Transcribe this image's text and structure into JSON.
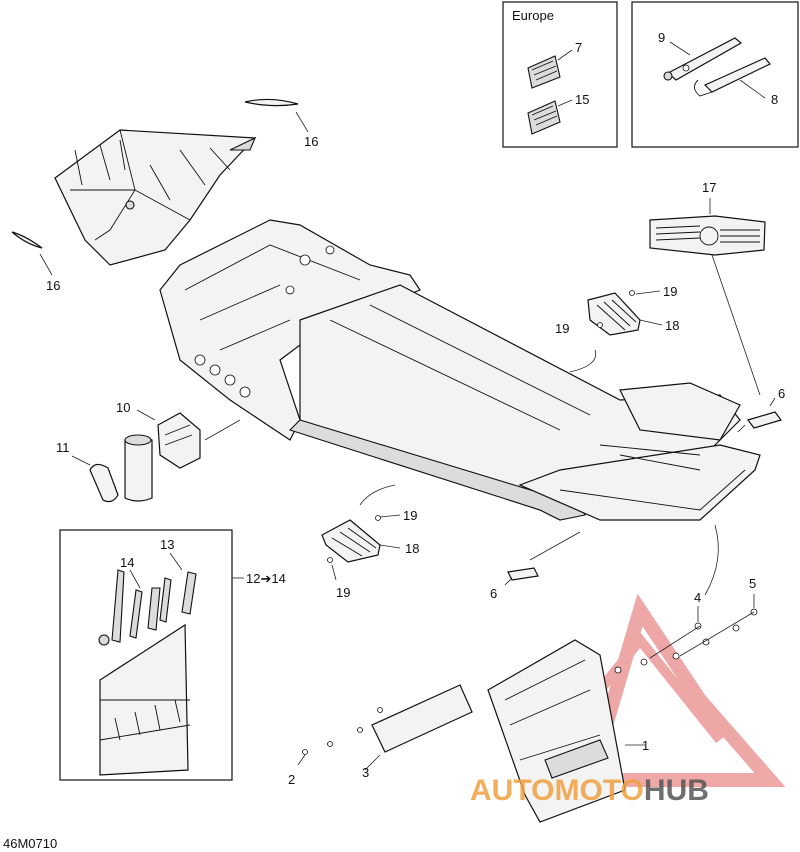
{
  "drawing_code": "46M0710",
  "europe_box_title": "Europe",
  "watermark": {
    "part1": "AUTOMOTO",
    "part2": "HUB",
    "color_red": "#e06060",
    "color_orange": "#f0a040",
    "color_dark": "#555555"
  },
  "callouts": [
    {
      "id": "c1",
      "text": "1"
    },
    {
      "id": "c2",
      "text": "2"
    },
    {
      "id": "c3",
      "text": "3"
    },
    {
      "id": "c4",
      "text": "4"
    },
    {
      "id": "c5",
      "text": "5"
    },
    {
      "id": "c6a",
      "text": "6"
    },
    {
      "id": "c6b",
      "text": "6"
    },
    {
      "id": "c7",
      "text": "7"
    },
    {
      "id": "c8",
      "text": "8"
    },
    {
      "id": "c9",
      "text": "9"
    },
    {
      "id": "c10",
      "text": "10"
    },
    {
      "id": "c11",
      "text": "11"
    },
    {
      "id": "c1214",
      "text": "12➔14"
    },
    {
      "id": "c13",
      "text": "13"
    },
    {
      "id": "c14",
      "text": "14"
    },
    {
      "id": "c15",
      "text": "15"
    },
    {
      "id": "c16a",
      "text": "16"
    },
    {
      "id": "c16b",
      "text": "16"
    },
    {
      "id": "c17",
      "text": "17"
    },
    {
      "id": "c18a",
      "text": "18"
    },
    {
      "id": "c18b",
      "text": "18"
    },
    {
      "id": "c19a",
      "text": "19"
    },
    {
      "id": "c19b",
      "text": "19"
    },
    {
      "id": "c19c",
      "text": "19"
    },
    {
      "id": "c19d",
      "text": "19"
    }
  ]
}
